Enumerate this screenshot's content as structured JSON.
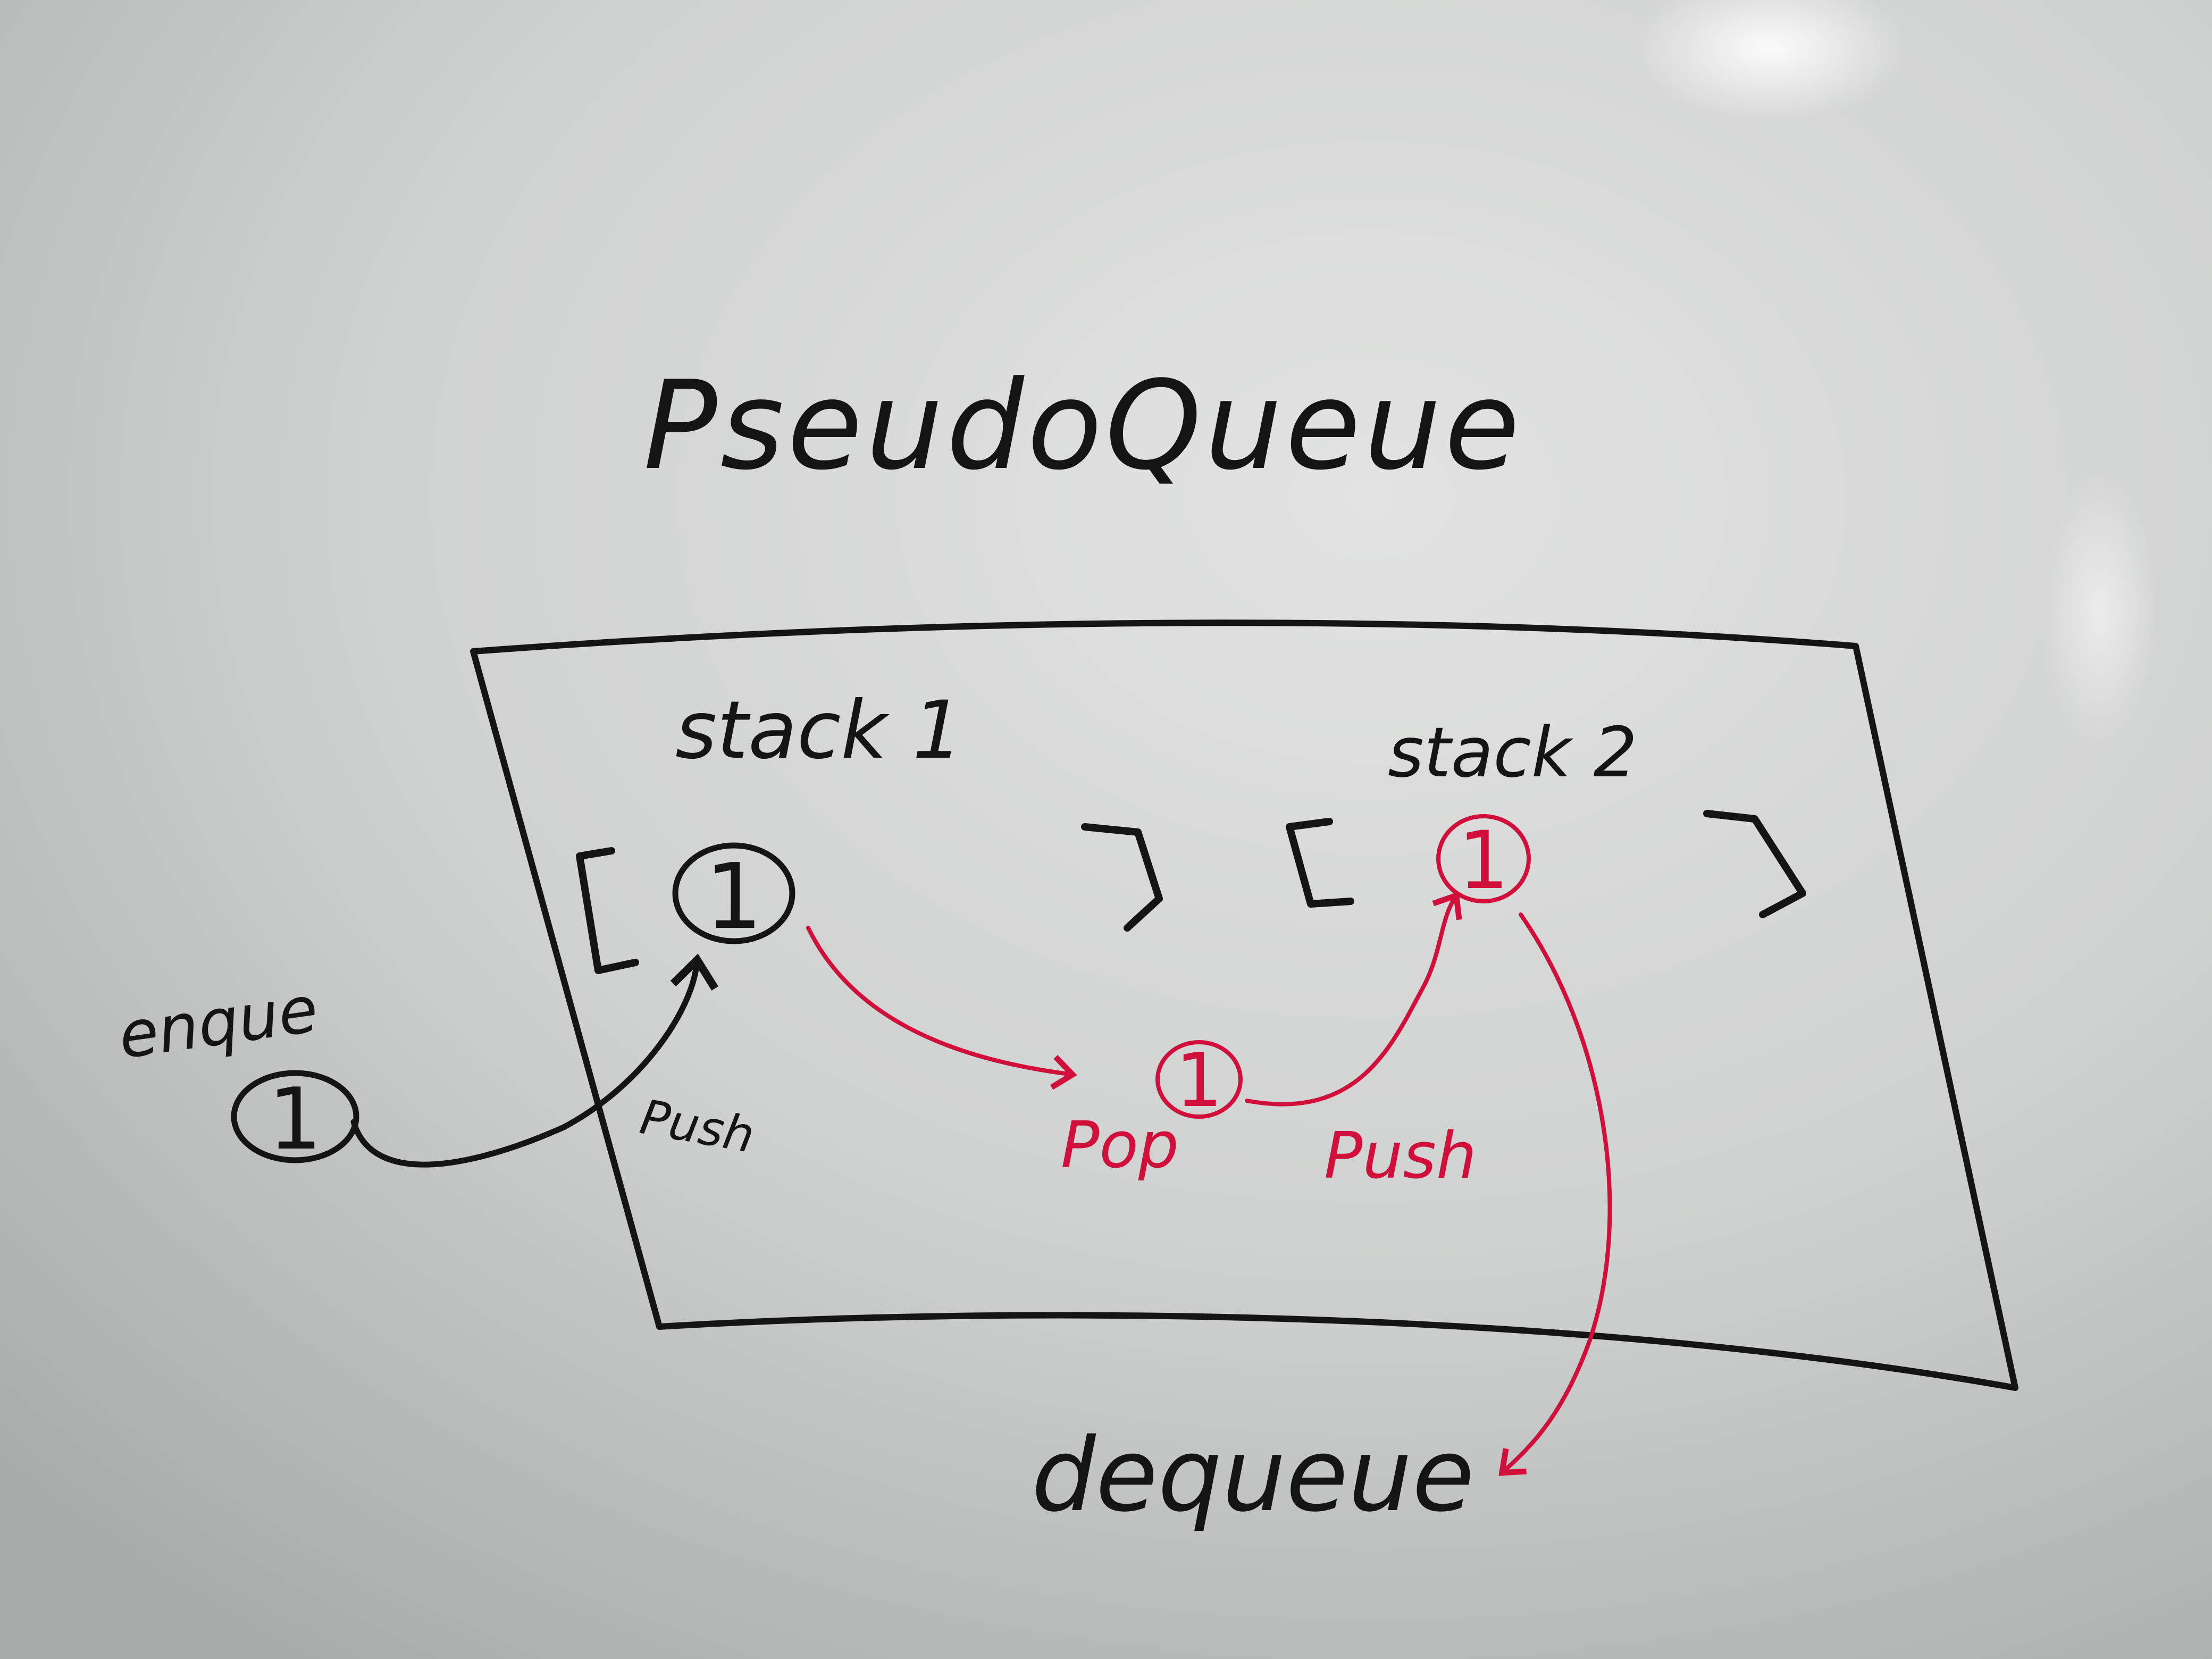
{
  "title": "PseudoQueue",
  "colors": {
    "board_light": "#e2e3e2",
    "board_mid": "#cfd1d0",
    "board_shadow": "#a9acab",
    "ink_black": "#141414",
    "ink_red": "#d0103a"
  },
  "labels": {
    "stack1": "stack 1",
    "stack2": "stack 2",
    "enqueue": "enque",
    "push_black": "Push",
    "pop": "Pop",
    "push_red": "Push",
    "dequeue": "dequeue"
  },
  "nodes": {
    "enqueue_value": "1",
    "stack1_value": "1",
    "popped_value": "1",
    "stack2_value": "1"
  }
}
